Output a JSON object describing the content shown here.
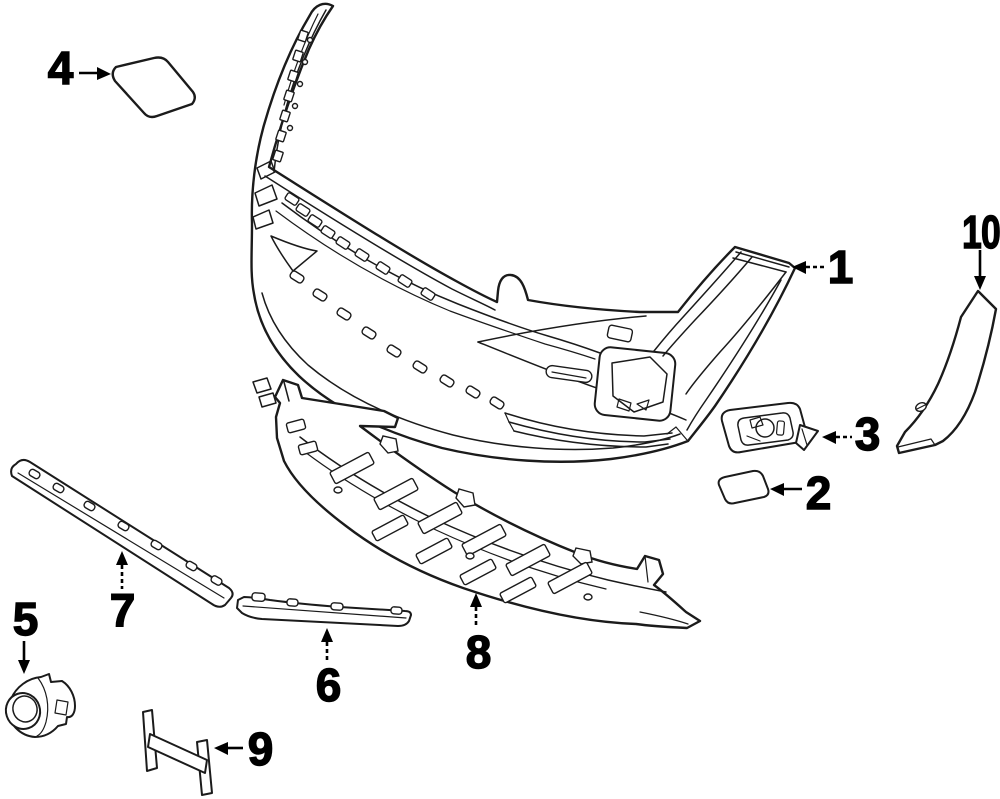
{
  "page": {
    "background": "#ffffff",
    "line_color": "#1b1b1b",
    "label_color": "#000000"
  },
  "diagram": {
    "type": "exploded-parts-illustration",
    "subject": "front-bumper-and-components",
    "callouts": [
      {
        "label": "1"
      },
      {
        "label": "2"
      },
      {
        "label": "3"
      },
      {
        "label": "4"
      },
      {
        "label": "5"
      },
      {
        "label": "6"
      },
      {
        "label": "7"
      },
      {
        "label": "8"
      },
      {
        "label": "9"
      },
      {
        "label": "10"
      }
    ]
  }
}
